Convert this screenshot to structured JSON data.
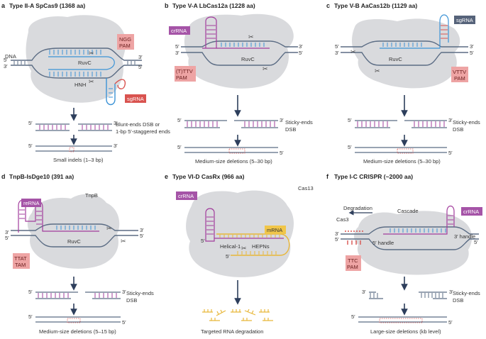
{
  "colors": {
    "protein": "#d9dadd",
    "dna": "#5b6c84",
    "blue": "#3c93d6",
    "magenta": "#a23c9c",
    "red": "#d9534f",
    "pam_box": "#eea4a4",
    "crrna_box": "#a554a7",
    "sgrna_box": "#56637a",
    "mrna_box": "#f1c64a",
    "mrna": "#e8b73a",
    "arrow": "#2d3e5c"
  },
  "panels": {
    "a": {
      "letter": "a",
      "title": "Type II-A SpCas9 (1368 aa)",
      "dna_label": "DNA",
      "pam": [
        "NGG",
        "PAM"
      ],
      "guide": "sgRNA",
      "domains": [
        "RuvC",
        "HNH"
      ],
      "ends": "Blunt-ends DSB or",
      "ends2": "1-bp 5′-staggered ends",
      "outcome": "Small indels (1–3 bp)"
    },
    "b": {
      "letter": "b",
      "title": "Type V-A LbCas12a (1228 aa)",
      "guide": "crRNA",
      "pam": [
        "(T)TTV",
        "PAM"
      ],
      "domains": [
        "RuvC"
      ],
      "ends": "Sticky-ends",
      "ends2": "DSB",
      "outcome": "Medium-size deletions (5–30 bp)"
    },
    "c": {
      "letter": "c",
      "title": "Type V-B AaCas12b (1129 aa)",
      "guide": "sgRNA",
      "pam": [
        "VTTV",
        "PAM"
      ],
      "domains": [
        "RuvC"
      ],
      "ends": "Sticky-ends",
      "ends2": "DSB",
      "outcome": "Medium-size deletions (5–30 bp)"
    },
    "d": {
      "letter": "d",
      "title": "TnpB-IsDge10 (391 aa)",
      "guide": "reRNA",
      "protein_label": "TnpB",
      "pam": [
        "TTAT",
        "TAM"
      ],
      "domains": [
        "RuvC"
      ],
      "ends": "Sticky-ends",
      "ends2": "DSB",
      "outcome": "Medium-size deletions (5–15 bp)"
    },
    "e": {
      "letter": "e",
      "title": "Type VI-D CasRx (966 aa)",
      "guide": "crRNA",
      "protein_label": "Cas13",
      "target": "mRNA",
      "domains": [
        "Helical-1",
        "HEPNs"
      ],
      "outcome": "Targeted RNA degradation"
    },
    "f": {
      "letter": "f",
      "title": "Type I-C CRISPR (~2000 aa)",
      "guide": "crRNA",
      "labels": [
        "Degradation",
        "Cascade",
        "Cas3",
        "5′ handle",
        "3′ handle"
      ],
      "pam": [
        "TTC",
        "PAM"
      ],
      "ends": "Sticky-ends",
      "ends2": "DSB",
      "outcome": "Large-size deletions (kb level)"
    }
  },
  "strand_ends": {
    "five": "5′",
    "three": "3′"
  }
}
